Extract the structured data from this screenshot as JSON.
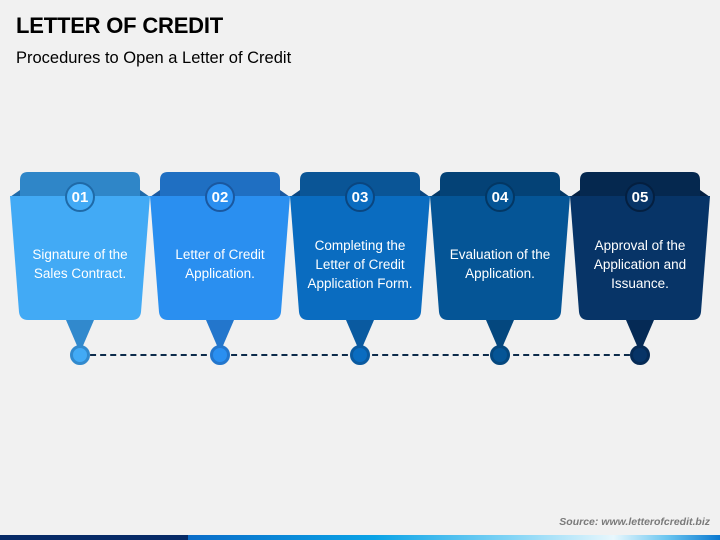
{
  "header": {
    "title": "LETTER OF CREDIT",
    "subtitle": "Procedures to Open a Letter of Credit"
  },
  "steps": [
    {
      "number": "01",
      "text": "Signature of the Sales Contract.",
      "colors": {
        "body": "#42aaf5",
        "tab": "#2f86c8",
        "ring": "#1f6aa8",
        "pin": "#3189cd"
      }
    },
    {
      "number": "02",
      "text": "Letter of Credit Application.",
      "colors": {
        "body": "#2a8ff0",
        "tab": "#1f6fc2",
        "ring": "#1a58a0",
        "pin": "#2376cc"
      }
    },
    {
      "number": "03",
      "text": "Completing the Letter of Credit Application Form.",
      "colors": {
        "body": "#0a6cc0",
        "tab": "#0a5596",
        "ring": "#0a4680",
        "pin": "#0a5aa0"
      }
    },
    {
      "number": "04",
      "text": "Evaluation of the Application.",
      "colors": {
        "body": "#055596",
        "tab": "#044276",
        "ring": "#033764",
        "pin": "#04477e"
      }
    },
    {
      "number": "05",
      "text": "Approval of the Application and Issuance.",
      "colors": {
        "body": "#073467",
        "tab": "#05284f",
        "ring": "#041f40",
        "pin": "#052a55"
      }
    }
  ],
  "timeline": {
    "line_color": "#0d2b4b"
  },
  "footer": {
    "source": "Source: www.letterofcredit.biz"
  }
}
